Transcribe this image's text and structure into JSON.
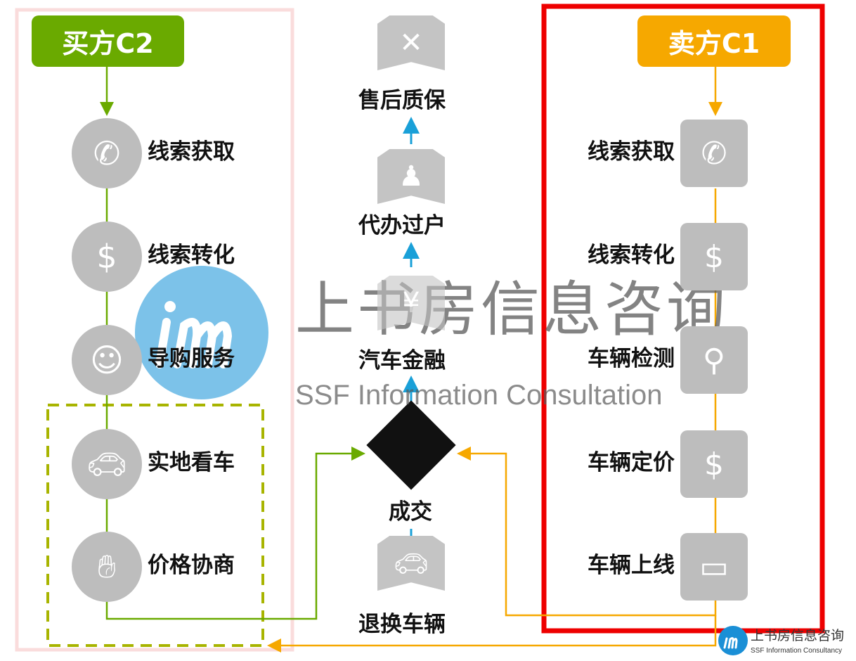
{
  "buyer": {
    "title": "买方C2",
    "steps": [
      "线索获取",
      "线索转化",
      "导购服务",
      "实地看车",
      "价格协商"
    ],
    "color": "#6aaa00"
  },
  "seller": {
    "title": "卖方C1",
    "steps": [
      "线索获取",
      "线索转化",
      "车辆检测",
      "车辆定价",
      "车辆上线"
    ],
    "color": "#f6a800"
  },
  "center": {
    "steps": [
      "售后质保",
      "代办过户",
      "汽车金融",
      "成交",
      "退换车辆"
    ],
    "arrow_color": "#1aa0d8"
  },
  "watermark": {
    "cn": "上书房信息咨询",
    "en": "SSF Information Consultation"
  },
  "logo": {
    "cn": "上书房信息咨询",
    "en": "SSF Information Consultancy"
  }
}
